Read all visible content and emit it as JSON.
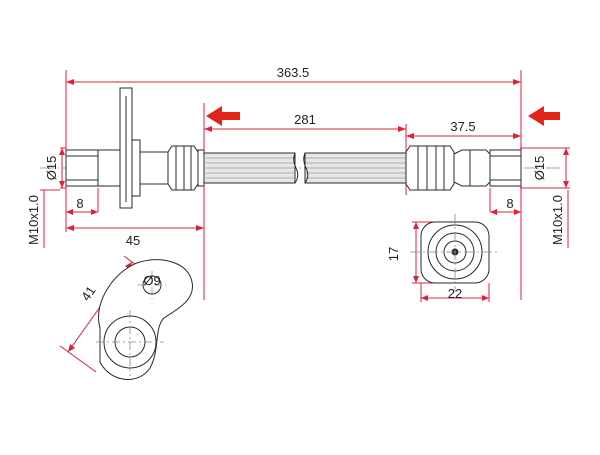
{
  "dimensions": {
    "overall_length": "363.5",
    "hose_length": "281",
    "right_fitting_length": "37.5",
    "left_fitting_length": "45",
    "left_thread_length": "8",
    "right_thread_length": "8",
    "left_diameter": "Ø15",
    "right_diameter": "Ø15",
    "left_thread": "M10x1.0",
    "right_thread": "M10x1.0",
    "nut_height": "17",
    "nut_width": "22",
    "bracket_length": "41",
    "bracket_hole": "Ø9"
  },
  "colors": {
    "outline": "#2a2a2a",
    "dimension_line": "#e0203a",
    "arrow": "#e2231a",
    "hose_fill": "#e7e7e7",
    "hose_line": "#9a9a9a"
  },
  "icons": {
    "left_arrow": "arrow-left-icon",
    "right_arrow": "arrow-left-icon"
  }
}
